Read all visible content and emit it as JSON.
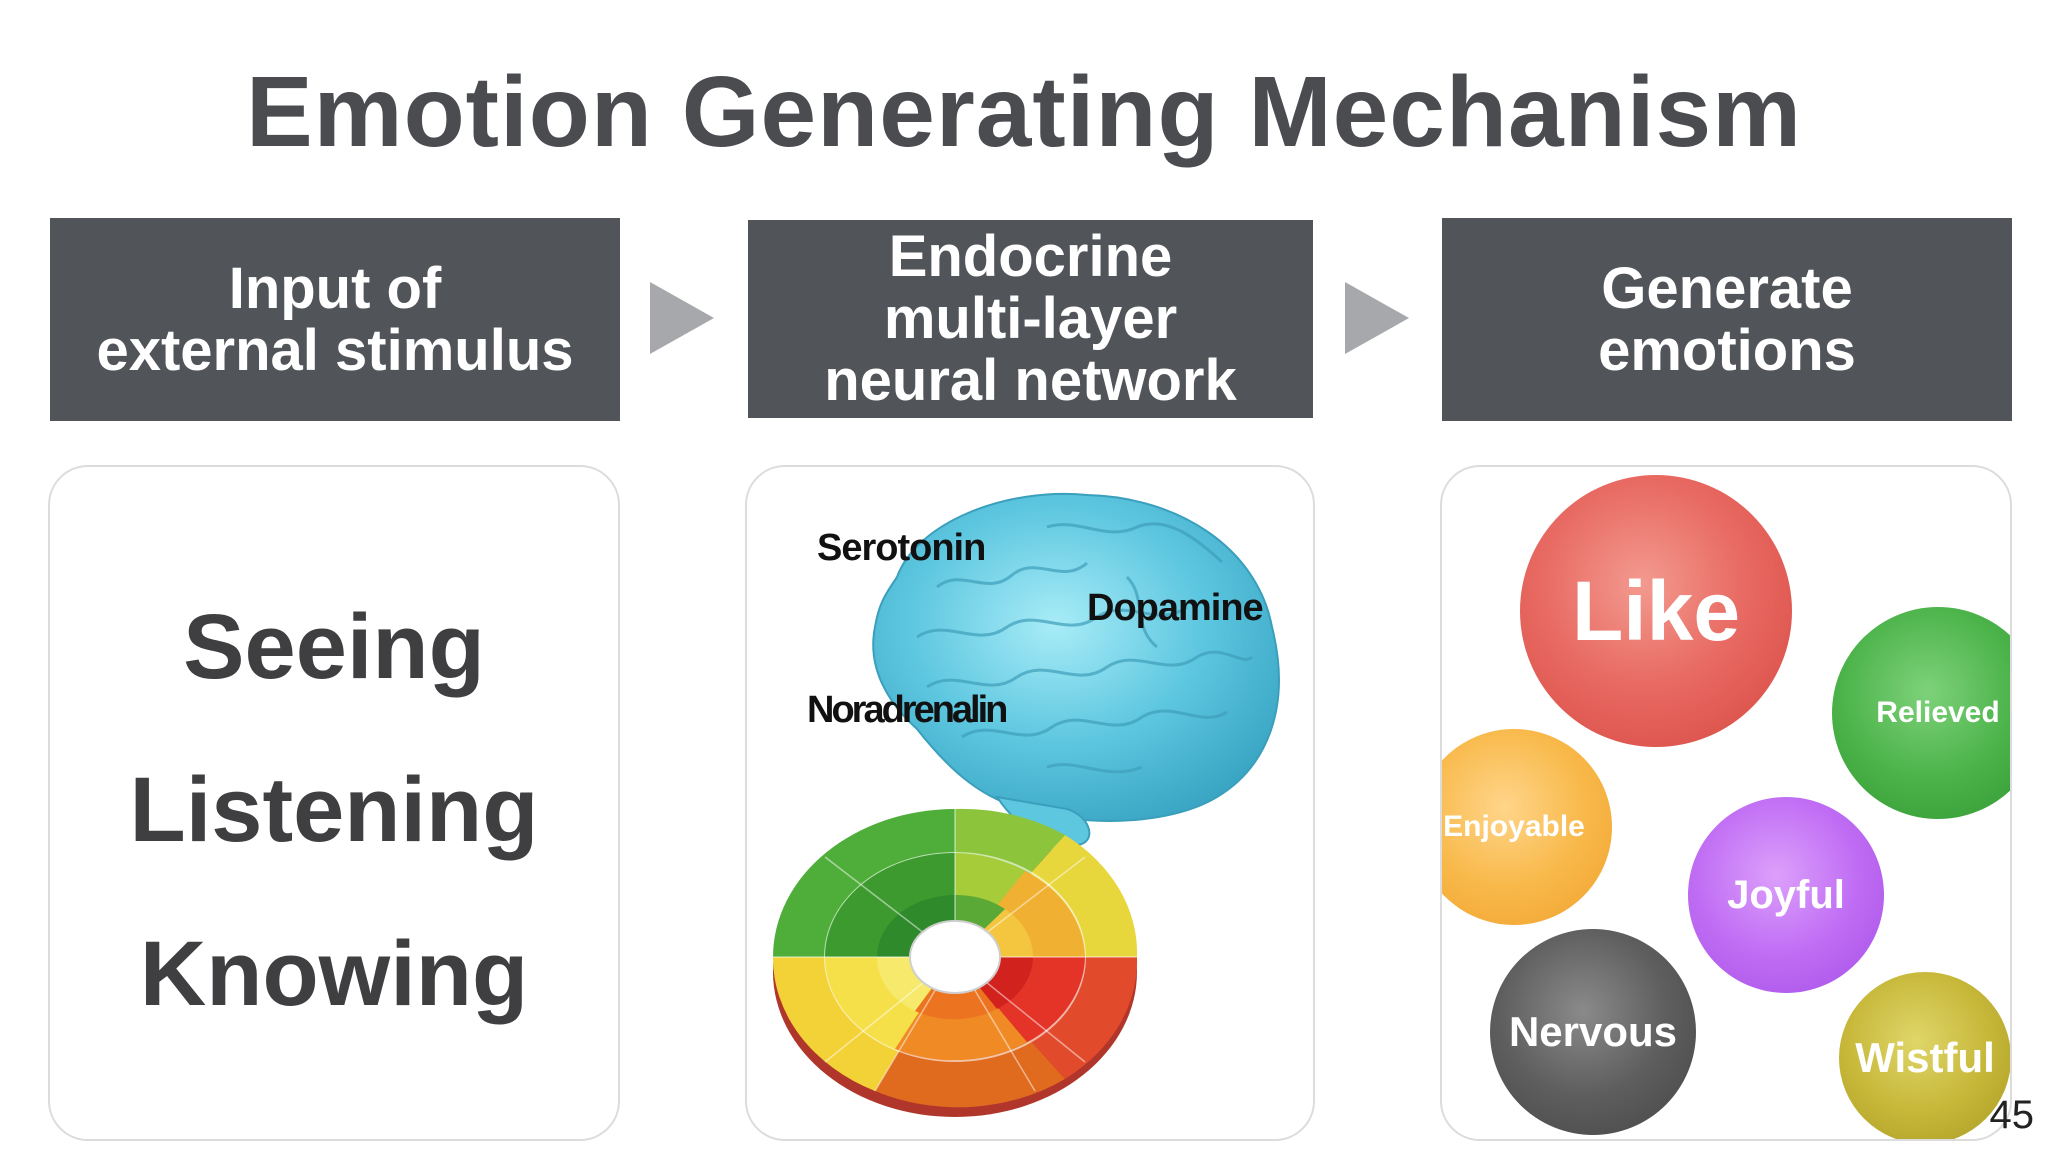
{
  "title": "Emotion Generating Mechanism",
  "steps": [
    {
      "lines": [
        "Input of",
        "external stimulus"
      ]
    },
    {
      "lines": [
        "Endocrine",
        "multi-layer",
        "neural network"
      ]
    },
    {
      "lines": [
        "Generate",
        "emotions"
      ]
    }
  ],
  "stimuli": [
    "Seeing",
    "Listening",
    "Knowing"
  ],
  "hormones": [
    "Serotonin",
    "Dopamine",
    "Noradrenalin"
  ],
  "emotions": [
    "Like",
    "Relieved",
    "Enjoyable",
    "Joyful",
    "Nervous",
    "Wistful"
  ],
  "page_number": "45",
  "colors": {
    "header_bg": "#515459",
    "title": "#4a4c50",
    "arrow": "#a6a8ab",
    "brain": "#5ec7e0",
    "like": "#e86b63",
    "relieved": "#4cb34a",
    "enjoyable": "#f8b94a",
    "joyful": "#c06df4",
    "nervous": "#5e5e5e",
    "wistful": "#c7b83a"
  }
}
